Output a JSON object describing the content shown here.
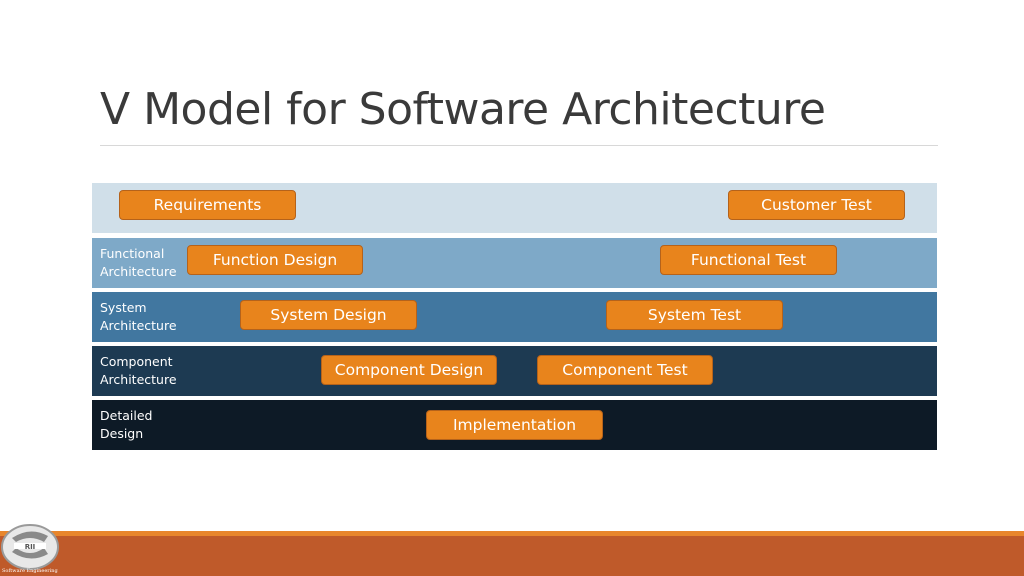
{
  "slide": {
    "title": "V Model for Software Architecture"
  },
  "bands": [
    {
      "label": ""
    },
    {
      "label_line1": "Functional",
      "label_line2": "Architecture"
    },
    {
      "label_line1": "System",
      "label_line2": "Architecture"
    },
    {
      "label_line1": "Component",
      "label_line2": "Architecture"
    },
    {
      "label_line1": "Detailed",
      "label_line2": "Design"
    }
  ],
  "boxes": {
    "requirements": "Requirements",
    "customer_test": "Customer Test",
    "function_design": "Function Design",
    "functional_test": "Functional Test",
    "system_design": "System Design",
    "system_test": "System Test",
    "component_design": "Component Design",
    "component_test": "Component Test",
    "implementation": "Implementation"
  },
  "logo": {
    "letters": "RII",
    "caption": "Software Engineering"
  },
  "colors": {
    "box_fill": "#e8841c",
    "footer": "#bf5a2a",
    "band_1": "#d0dfe9",
    "band_2": "#7ea9c8",
    "band_3": "#4177a0",
    "band_4": "#1d3a52",
    "band_5": "#0d1a26"
  }
}
